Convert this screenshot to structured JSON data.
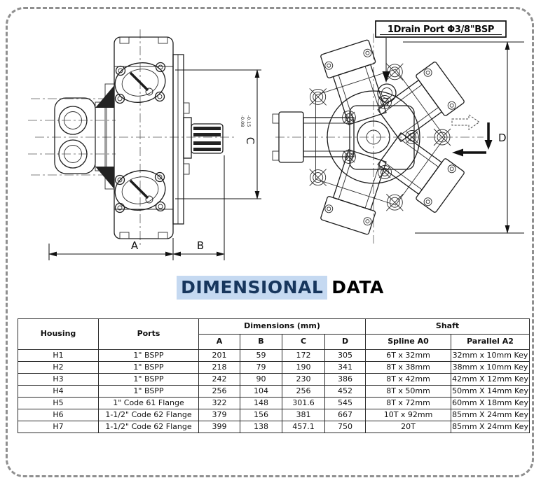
{
  "page": {
    "colors": {
      "title_highlight_bg": "#c5d9f1",
      "title_highlight_text": "#17365d",
      "title_rest_text": "#000000",
      "page_border": "#8f8f8f",
      "drawing_line": "#1c1c1c"
    }
  },
  "title": {
    "highlight": "DIMENSIONAL",
    "rest": "DATA"
  },
  "drawing": {
    "drain_port_label": "1Drain Port Φ3/8\"BSP",
    "dim_a": "A",
    "dim_b": "B",
    "dim_c": "C",
    "dim_d": "D",
    "tolerance_upper": "-0.08",
    "tolerance_lower": "-0.15"
  },
  "table": {
    "headers": {
      "housing": "Housing",
      "ports": "Ports",
      "dimensions_group": "Dimensions (mm)",
      "shaft_group": "Shaft",
      "a": "A",
      "b": "B",
      "c": "C",
      "d": "D",
      "spline": "Spline A0",
      "parallel": "Parallel A2"
    },
    "rows": [
      {
        "housing": "H1",
        "ports": "1\" BSPP",
        "a": "201",
        "b": "59",
        "c": "172",
        "d": "305",
        "spline": "6T x 32mm",
        "parallel": "32mm x 10mm Key"
      },
      {
        "housing": "H2",
        "ports": "1\" BSPP",
        "a": "218",
        "b": "79",
        "c": "190",
        "d": "341",
        "spline": "8T x 38mm",
        "parallel": "38mm x 10mm Key"
      },
      {
        "housing": "H3",
        "ports": "1\" BSPP",
        "a": "242",
        "b": "90",
        "c": "230",
        "d": "386",
        "spline": "8T x 42mm",
        "parallel": "42mm X 12mm Key"
      },
      {
        "housing": "H4",
        "ports": "1\" BSPP",
        "a": "256",
        "b": "104",
        "c": "256",
        "d": "452",
        "spline": "8T x 50mm",
        "parallel": "50mm X 14mm Key"
      },
      {
        "housing": "H5",
        "ports": "1\" Code 61 Flange",
        "a": "322",
        "b": "148",
        "c": "301.6",
        "d": "545",
        "spline": "8T x 72mm",
        "parallel": "60mm X 18mm Key"
      },
      {
        "housing": "H6",
        "ports": "1-1/2\" Code 62 Flange",
        "a": "379",
        "b": "156",
        "c": "381",
        "d": "667",
        "spline": "10T x 92mm",
        "parallel": "85mm X 24mm Key"
      },
      {
        "housing": "H7",
        "ports": "1-1/2\" Code 62 Flange",
        "a": "399",
        "b": "138",
        "c": "457.1",
        "d": "750",
        "spline": "20T",
        "parallel": "85mm X 24mm Key"
      }
    ]
  }
}
